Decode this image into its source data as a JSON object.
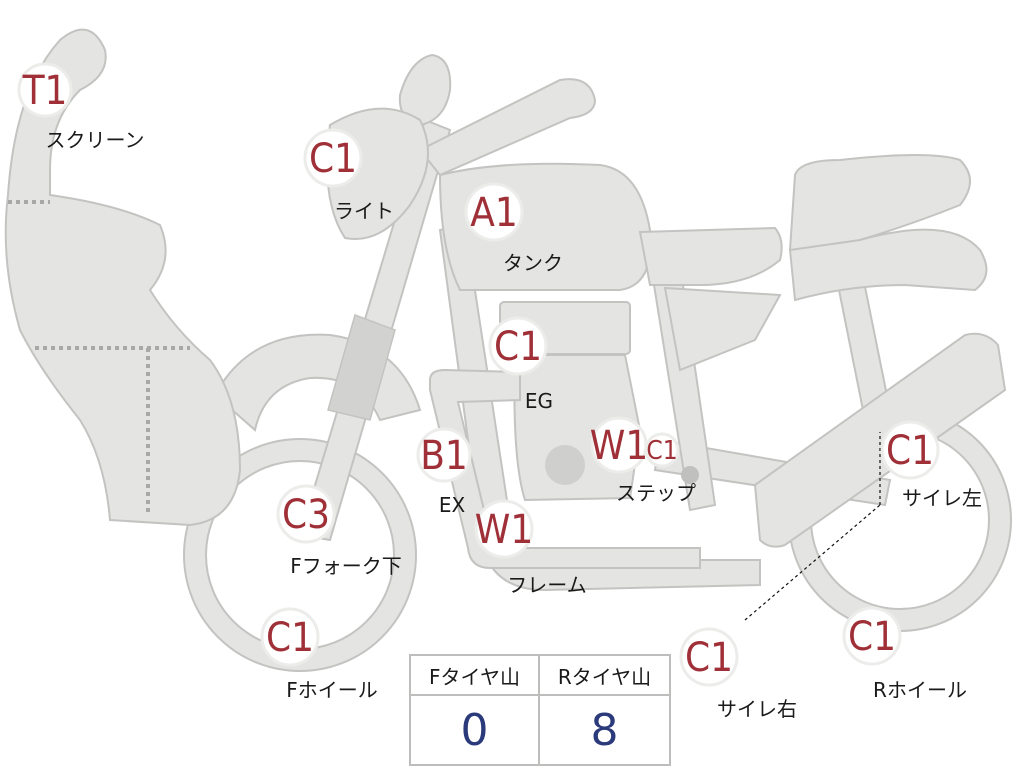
{
  "parts": [
    {
      "id": "screen",
      "code": "T1",
      "label": "スクリーン"
    },
    {
      "id": "light",
      "code": "C1",
      "label": "ライト"
    },
    {
      "id": "tank",
      "code": "A1",
      "label": "タンク"
    },
    {
      "id": "engine",
      "code": "C1",
      "label": "EG"
    },
    {
      "id": "exhaust",
      "code": "B1",
      "label": "EX"
    },
    {
      "id": "step",
      "code": "W1",
      "label": "ステップ"
    },
    {
      "id": "step-sub",
      "code": "C1",
      "label": ""
    },
    {
      "id": "frame",
      "code": "W1",
      "label": "フレーム"
    },
    {
      "id": "fork",
      "code": "C3",
      "label": "Fフォーク下"
    },
    {
      "id": "front-wheel",
      "code": "C1",
      "label": "Fホイール"
    },
    {
      "id": "muffler-left",
      "code": "C1",
      "label": "サイレ左"
    },
    {
      "id": "muffler-right",
      "code": "C1",
      "label": "サイレ右"
    },
    {
      "id": "rear-wheel",
      "code": "C1",
      "label": "Rホイール"
    }
  ],
  "tread": {
    "front_header": "Fタイヤ山",
    "rear_header": "Rタイヤ山",
    "front_value": "0",
    "rear_value": "8"
  },
  "colors": {
    "body": "#e4e4e2",
    "badge_text": "#a03038",
    "value_text": "#2a3a7a"
  }
}
